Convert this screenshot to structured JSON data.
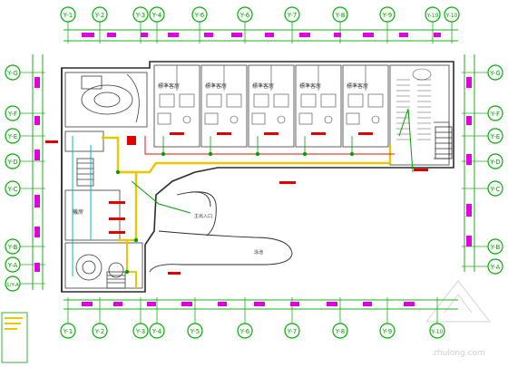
{
  "colors": {
    "background": "#ffffff",
    "wall": "#2b2b2b",
    "grid_bubble": "#00b000",
    "dimension_green": "#1bb01b",
    "dimension_magenta": "#e000e0",
    "route_yellow": "#e8c800",
    "route_red": "#e01010",
    "route_green": "#00a000",
    "route_cyan": "#00b8c8",
    "label_red": "#e00000"
  },
  "grid_axes": {
    "top": [
      "Y-1",
      "Y-2",
      "Y-3",
      "Y-4",
      "Y-6",
      "Y-6",
      "Y-7",
      "Y-8",
      "Y-9",
      "Y-10",
      "Y-10"
    ],
    "bottom": [
      "Y-1",
      "Y-2",
      "Y-3",
      "Y-4",
      "Y-5",
      "Y-6",
      "Y-7",
      "Y-8",
      "Y-9",
      "Y-10"
    ],
    "left": [
      "Y-G",
      "Y-F",
      "Y-E",
      "Y-D",
      "Y-C",
      "Y-B",
      "Y-A",
      "1/Y-A"
    ],
    "right": [
      "Y-G",
      "Y-F",
      "Y-E",
      "Y-D",
      "Y-C",
      "Y-B",
      "Y-A"
    ]
  },
  "room_labels": [
    "標準客房",
    "標準客房",
    "標準客房",
    "標準客房",
    "標準客房"
  ],
  "area_labels": {
    "lobby": "機房",
    "stair_note": "主出入口",
    "pool_note": "泳池"
  },
  "watermark": "zhulong.com"
}
